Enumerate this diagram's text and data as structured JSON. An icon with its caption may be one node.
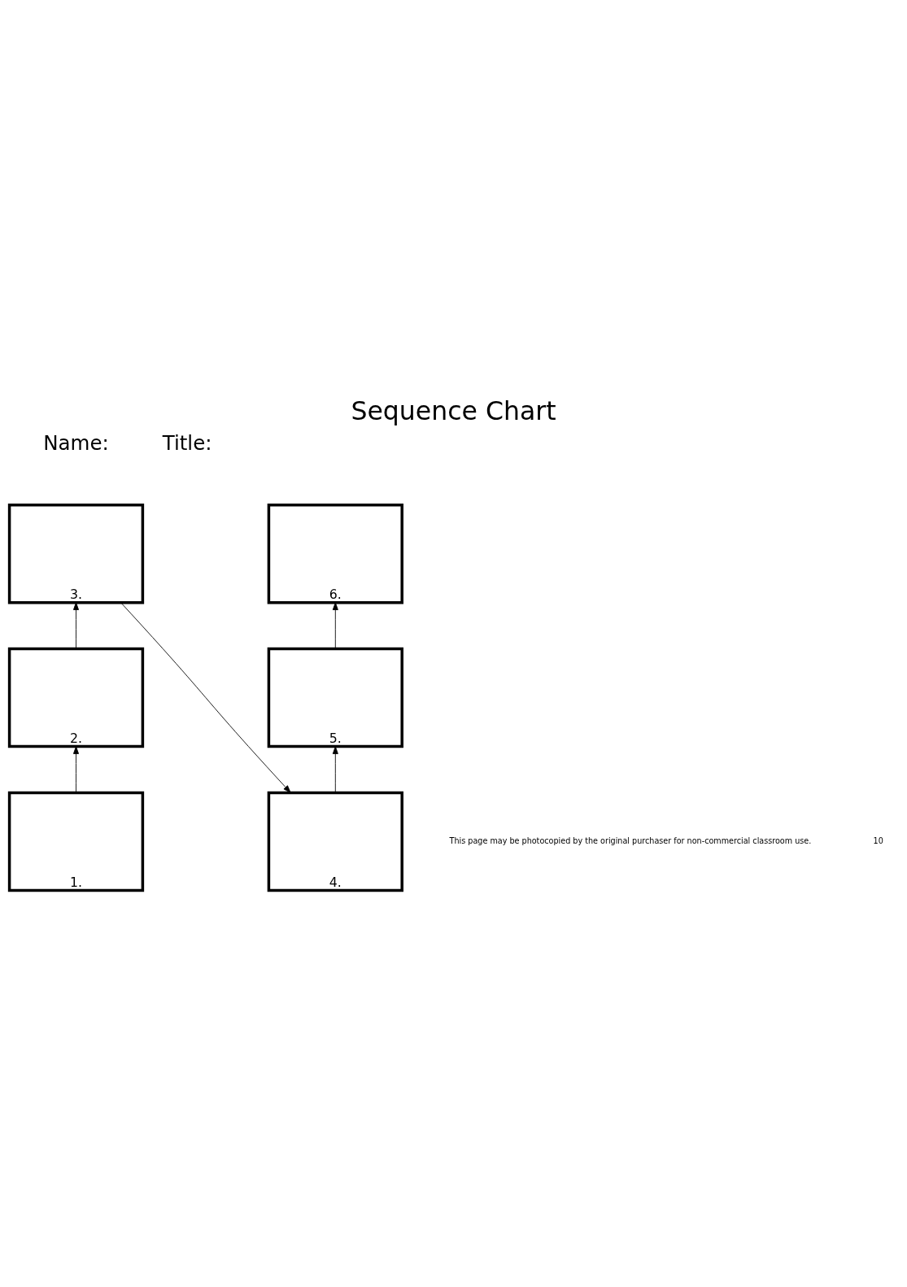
{
  "diagram": {
    "title": "Sequence Chart",
    "nodes": [
      {
        "text": [
          "1."
        ]
      },
      {
        "text": [
          "2."
        ]
      },
      {
        "text": [
          "3."
        ]
      },
      {
        "text": [
          "4."
        ]
      },
      {
        "text": [
          "5."
        ]
      },
      {
        "text": [
          "6."
        ]
      }
    ],
    "edges": [
      {
        "from": 0,
        "to": 1,
        "arrow": "to"
      },
      {
        "from": 1,
        "to": 2,
        "arrow": "to"
      },
      {
        "from": 2,
        "to": 3,
        "arrow": "to"
      },
      {
        "from": 3,
        "to": 4,
        "arrow": "to"
      },
      {
        "from": 4,
        "to": 5,
        "arrow": "to"
      }
    ],
    "labels": [
      "Name:",
      "Title:",
      "This page may be photocopied by the original purchaser for non-commercial classroom use.",
      "10"
    ]
  }
}
